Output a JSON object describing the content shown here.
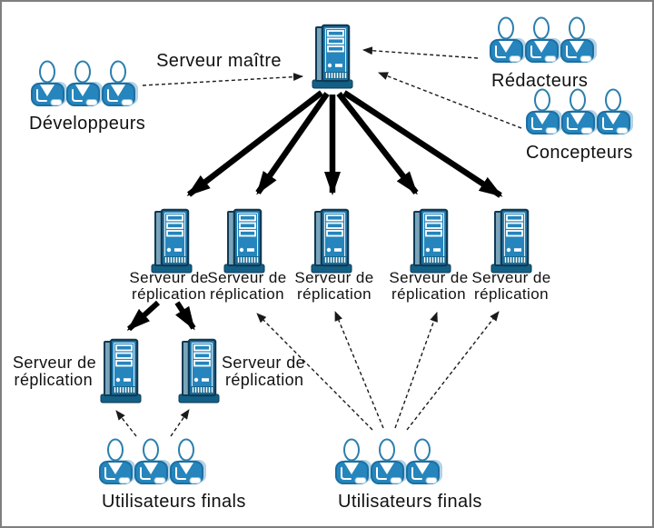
{
  "diagram": {
    "description": "Replication topology diagram",
    "labels": {
      "master_server": "Serveur maître",
      "developers": "Développeurs",
      "editors": "Rédacteurs",
      "designers": "Concepteurs",
      "replication_line1": "Serveur de",
      "replication_line2": "réplication",
      "end_users_left": "Utilisateurs finals",
      "end_users_right": "Utilisateurs finals"
    },
    "colors": {
      "server_front": "#2585bc",
      "server_side": "#7aa4ba",
      "server_outline": "#0e3a55",
      "server_base": "#136086",
      "server_grille_bg": "#15678f",
      "person_fill": "#2585bc",
      "person_outline": "#1b6fa3",
      "person_shadow": "#b3d2e5",
      "person_head_stroke": "#2b7fae",
      "solid_arrow": "#000000",
      "dashed_arrow": "#1a1a1a",
      "text": "#111111",
      "border": "#7f7f7f"
    }
  }
}
